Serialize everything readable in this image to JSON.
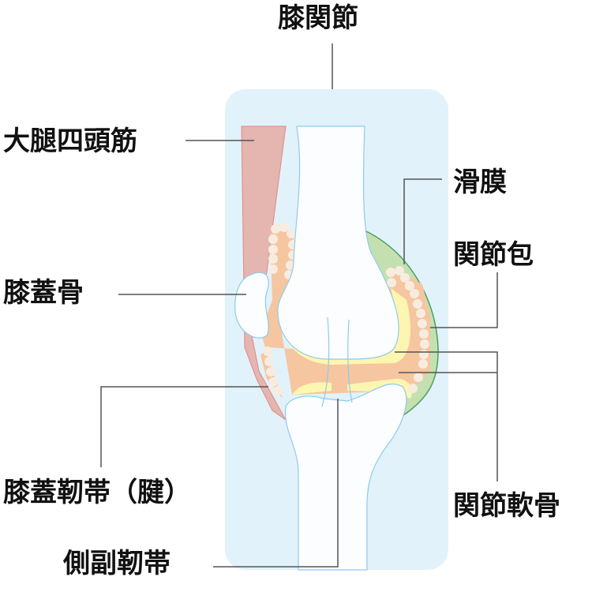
{
  "title": "膝関節",
  "labels": {
    "quadriceps": "大腿四頭筋",
    "synovium": "滑膜",
    "capsule": "関節包",
    "patella": "膝蓋骨",
    "cartilage": "関節軟骨",
    "patellar_ligament": "膝蓋靭帯（腱）",
    "collateral_ligament": "側副靭帯"
  },
  "colors": {
    "background": "#e1f2fb",
    "muscle": "#e5b5b0",
    "synovial": "#f5c6a0",
    "cartilage": "#fdf6b0",
    "capsule": "#c5e0b0",
    "bone": "#fbfdff",
    "outline": "#8fcbe8"
  }
}
